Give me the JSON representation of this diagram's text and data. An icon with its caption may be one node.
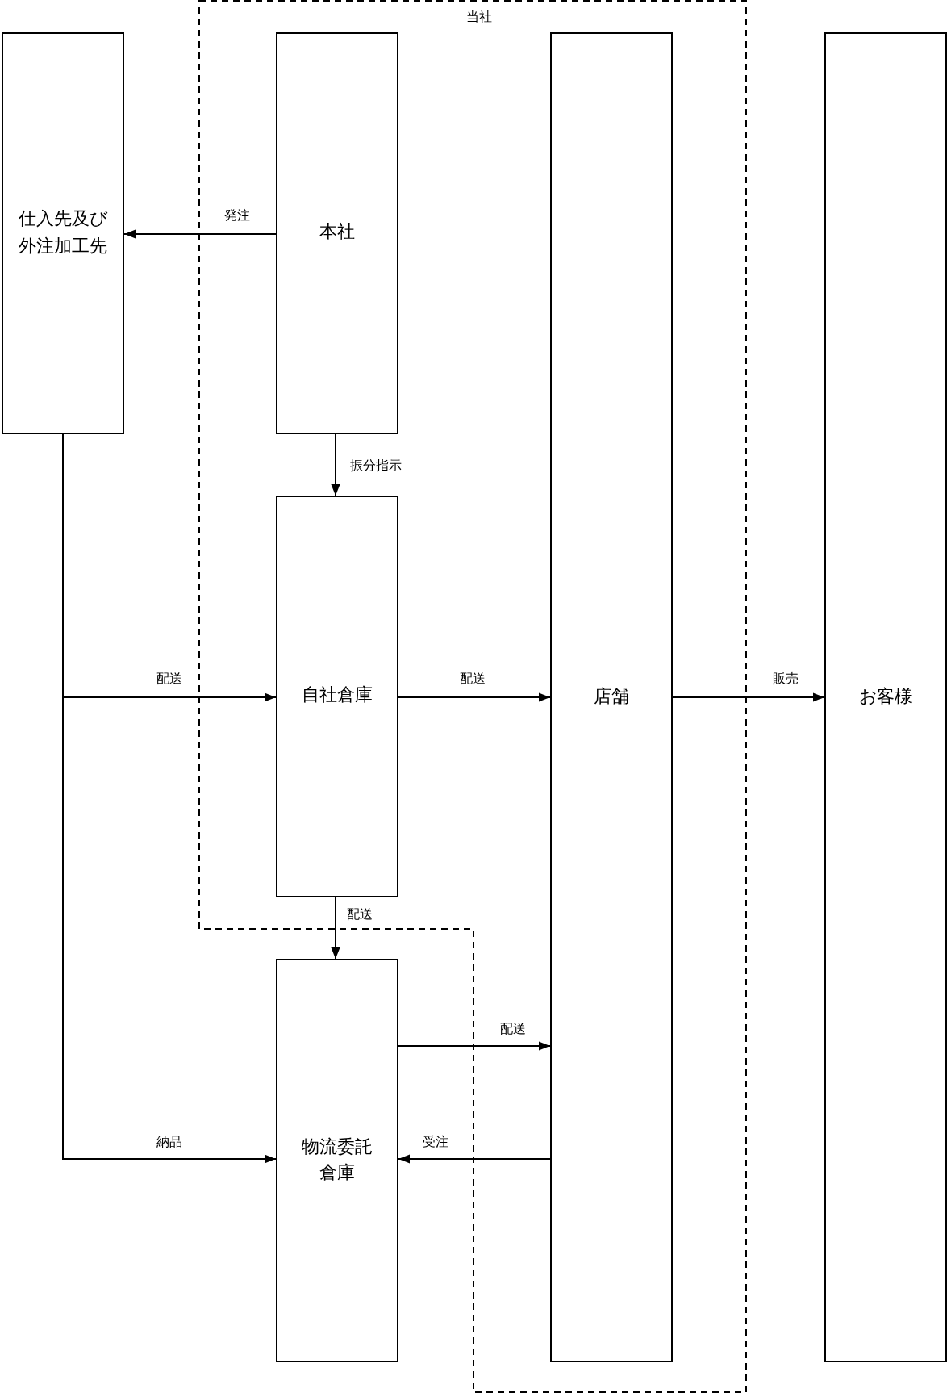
{
  "diagram": {
    "nodes": [
      {
        "text": [
          "当社"
        ]
      },
      {
        "text": [
          "仕入先及び外注加工先"
        ]
      },
      {
        "text": [
          "本社"
        ],
        "in": 0
      },
      {
        "text": [
          "自社倉庫"
        ],
        "in": 0
      },
      {
        "text": [
          "店舗"
        ],
        "in": 0
      },
      {
        "text": [
          "お客様"
        ]
      },
      {
        "text": [
          "物流委託倉庫"
        ]
      }
    ],
    "edges": [
      {
        "from": 2,
        "to": 1,
        "arrow": "to",
        "label": "発注"
      },
      {
        "from": 2,
        "to": 3,
        "arrow": "to",
        "label": "振分指示"
      },
      {
        "from": 1,
        "to": 3,
        "arrow": "to",
        "label": "配送"
      },
      {
        "from": 3,
        "to": 4,
        "arrow": "to",
        "label": "配送"
      },
      {
        "from": 4,
        "to": 5,
        "arrow": "to",
        "label": "販売"
      },
      {
        "from": 3,
        "to": 6,
        "arrow": "to",
        "label": "配送"
      },
      {
        "from": 6,
        "to": 4,
        "arrow": "to",
        "label": "配送"
      },
      {
        "from": 1,
        "to": 6,
        "arrow": "to",
        "label": "納品"
      },
      {
        "from": 4,
        "to": 6,
        "arrow": "to",
        "label": "受注"
      }
    ]
  }
}
